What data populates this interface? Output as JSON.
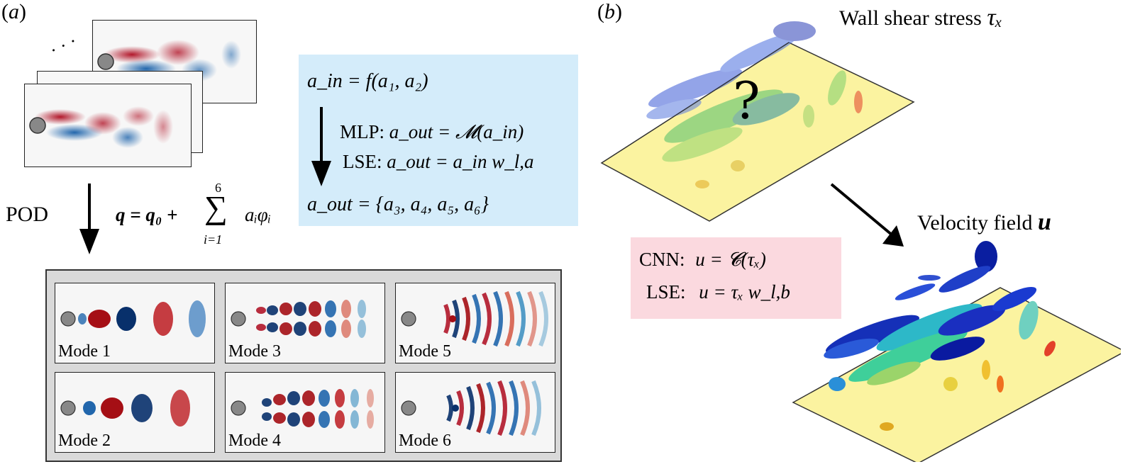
{
  "panel_a": {
    "label_open": "(",
    "label_letter": "a",
    "label_close": ")",
    "ellipsis": "· · ·",
    "pod_label": "POD",
    "pod_equation": "q = q₀ + ",
    "sum_upper": "6",
    "sum_symbol": "∑",
    "sum_lower": "i=1",
    "sum_term": "aᵢφᵢ",
    "modes": [
      "Mode 1",
      "Mode 3",
      "Mode 5",
      "Mode 2",
      "Mode 4",
      "Mode 6"
    ]
  },
  "mlp_box": {
    "a_in": "a_in = f(a₁, a₂)",
    "mlp_prefix": "MLP: ",
    "mlp_eq": "a_out = 𝓜(a_in)",
    "lse_prefix": "LSE: ",
    "lse_eq": "a_out = a_in w_l,a",
    "a_out": "a_out = {a₃, a₄, a₅, a₆}",
    "color": "#d4ecfa"
  },
  "panel_b": {
    "label_open": "(",
    "label_letter": "b",
    "label_close": ")",
    "wall_shear_label": "Wall shear stress ",
    "wall_shear_symbol": "τₓ",
    "question_mark": "?",
    "velocity_label": "Velocity field ",
    "velocity_symbol": "u",
    "plane_color": "#fbf3a0"
  },
  "cnn_box": {
    "cnn_prefix": "CNN:",
    "cnn_eq": "u = 𝓒(τₓ)",
    "lse_prefix": "LSE:",
    "lse_eq": "u = τₓ w_l,b",
    "color": "#fbd9df"
  }
}
